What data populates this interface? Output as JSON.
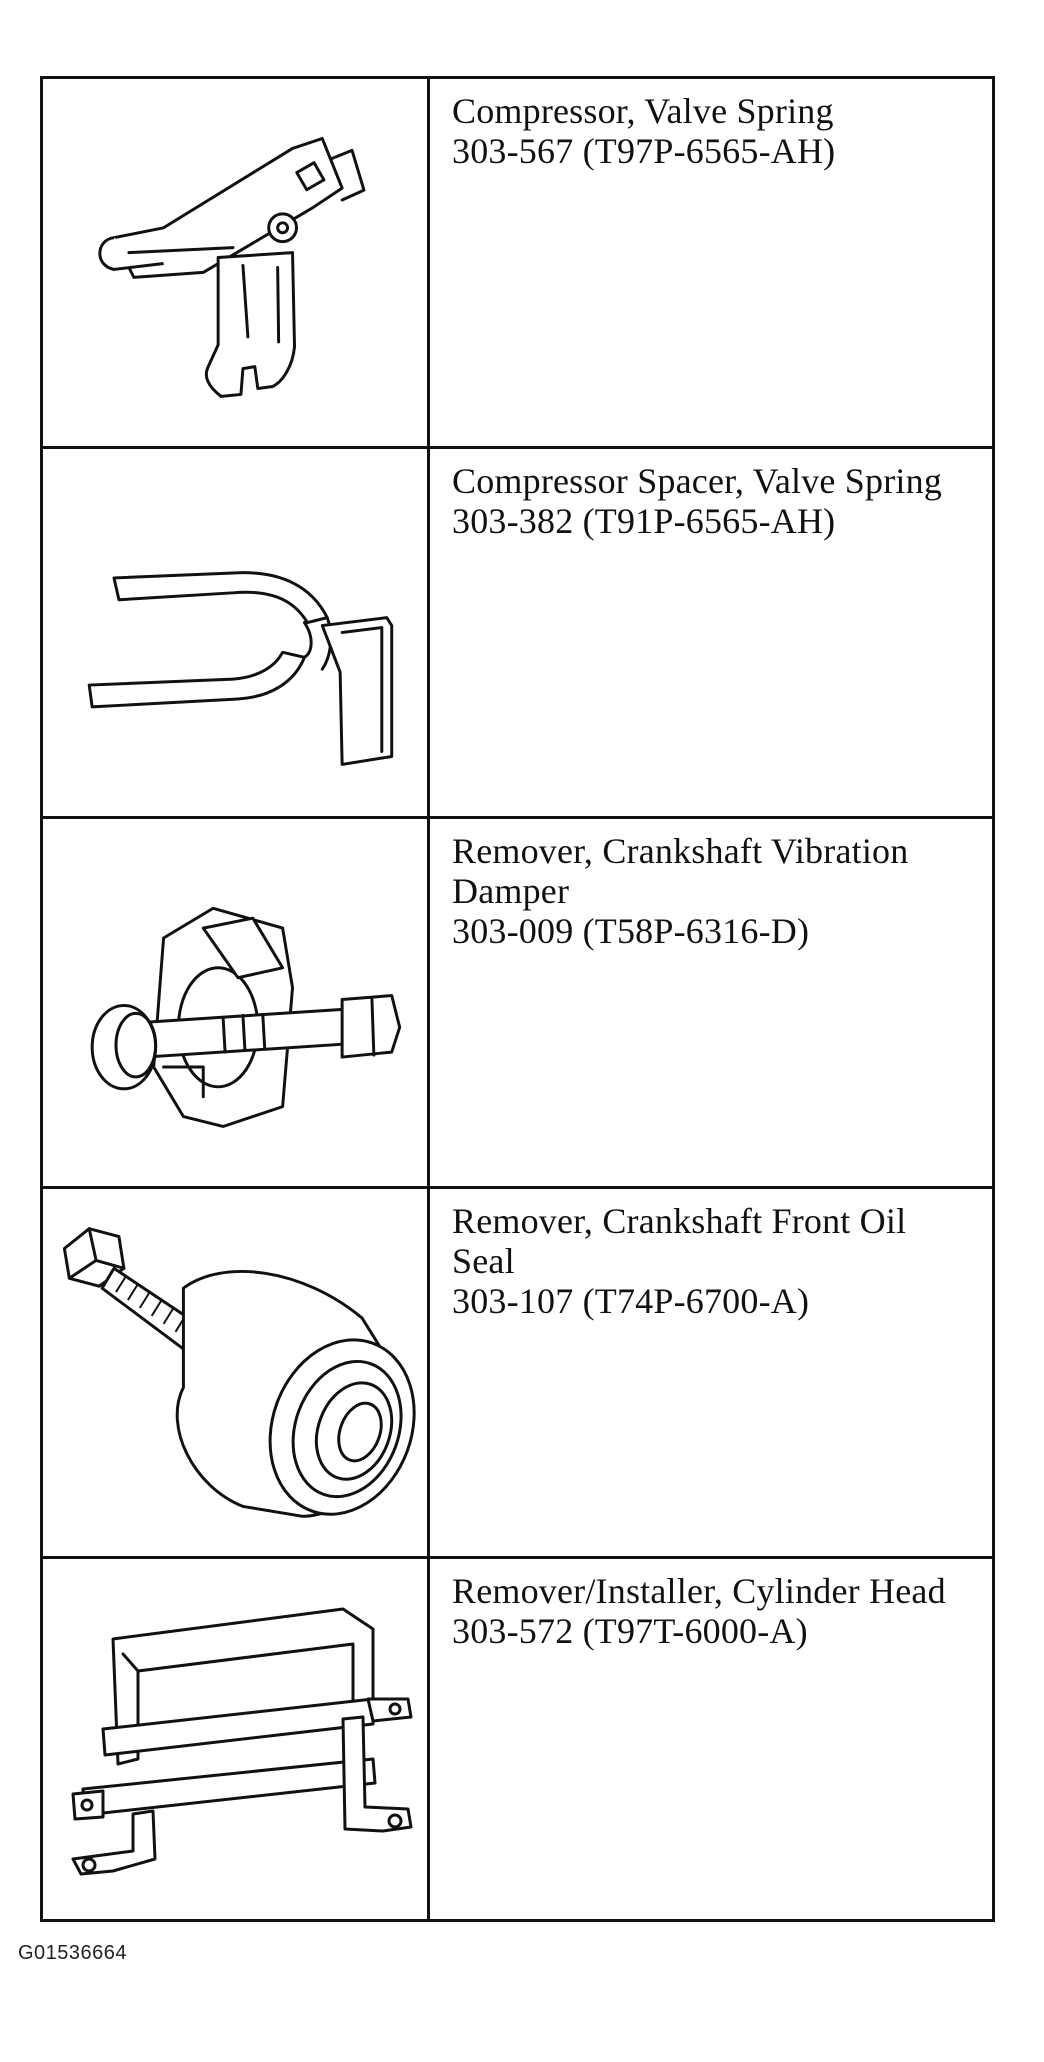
{
  "tools": [
    {
      "name": "Compressor, Valve Spring",
      "number": "303-567 (T97P-6565-AH)",
      "illustration": "valve-spring-compressor-icon"
    },
    {
      "name": "Compressor Spacer, Valve Spring",
      "number": "303-382 (T91P-6565-AH)",
      "illustration": "compressor-spacer-icon"
    },
    {
      "name": "Remover, Crankshaft Vibration Damper",
      "number": "303-009 (T58P-6316-D)",
      "illustration": "vibration-damper-remover-icon"
    },
    {
      "name": "Remover, Crankshaft Front Oil Seal",
      "number": "303-107 (T74P-6700-A)",
      "illustration": "front-oil-seal-remover-icon"
    },
    {
      "name": "Remover/Installer, Cylinder Head",
      "number": "303-572 (T97T-6000-A)",
      "illustration": "cylinder-head-lifting-bracket-icon"
    }
  ],
  "figure_id": "G01536664"
}
